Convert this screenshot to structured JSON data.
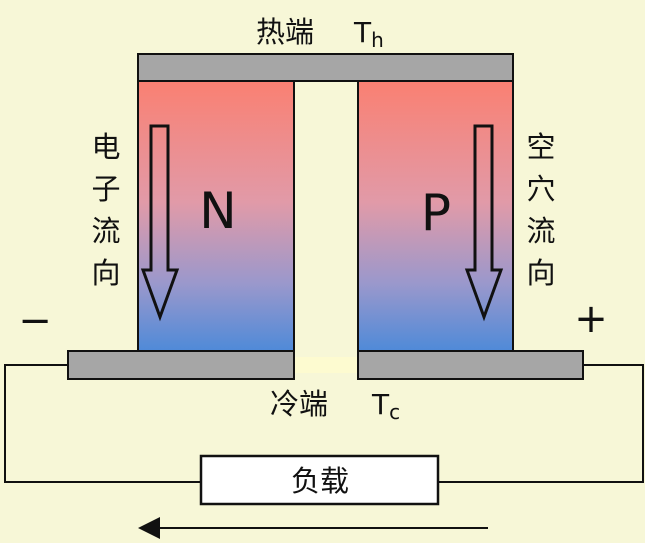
{
  "hot_end": {
    "label": "热端",
    "symbol": "T",
    "subscript": "h"
  },
  "cold_end": {
    "label": "冷端",
    "symbol": "T",
    "subscript": "c"
  },
  "n_leg": {
    "label": "N",
    "flow_label": [
      "电",
      "子",
      "流",
      "向"
    ]
  },
  "p_leg": {
    "label": "P",
    "flow_label": [
      "空",
      "穴",
      "流",
      "向"
    ]
  },
  "terminals": {
    "negative": "−",
    "positive": "+"
  },
  "load": {
    "label": "负载"
  },
  "colors": {
    "background": "#f7f7d7",
    "plate": "#a6a6a6",
    "hot": "#fa8072",
    "cold": "#4f8ad8"
  }
}
